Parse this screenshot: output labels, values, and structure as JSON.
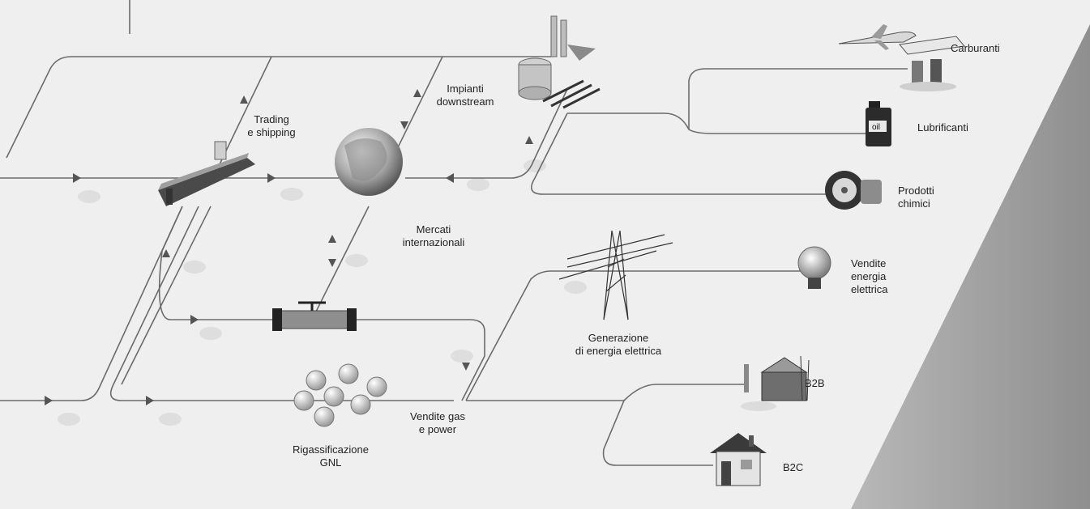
{
  "labels": {
    "trading": [
      "Trading",
      "e shipping"
    ],
    "impianti": [
      "Impianti",
      "downstream"
    ],
    "mercati": [
      "Mercati",
      "internazionali"
    ],
    "carburanti": "Carburanti",
    "lubrificanti": "Lubrificanti",
    "prodotti": [
      "Prodotti",
      "chimici"
    ],
    "vendite_ee": [
      "Vendite",
      "energia",
      "elettrica"
    ],
    "generazione": [
      "Generazione",
      "di energia elettrica"
    ],
    "b2b": "B2B",
    "b2c": "B2C",
    "vendite_gas": [
      "Vendite gas",
      "e power"
    ],
    "rigass": [
      "Rigassificazione",
      "GNL"
    ],
    "oil_can": "oil"
  },
  "icons": {
    "ship": "tanker-ship-icon",
    "globe": "globe-icon",
    "refinery": "refinery-icon",
    "plane": "airplane-icon",
    "station": "fuel-station-icon",
    "oilcan": "oil-can-icon",
    "tire": "tire-icon",
    "bulb": "light-bulb-icon",
    "pylon": "power-pylon-icon",
    "pipeline": "pipeline-valve-icon",
    "lng": "lng-tanks-icon",
    "factory": "factory-icon",
    "house": "house-icon"
  },
  "colors": {
    "line": "#6b6b6b",
    "panel": "#9a9a9a",
    "background": "#efefef"
  }
}
